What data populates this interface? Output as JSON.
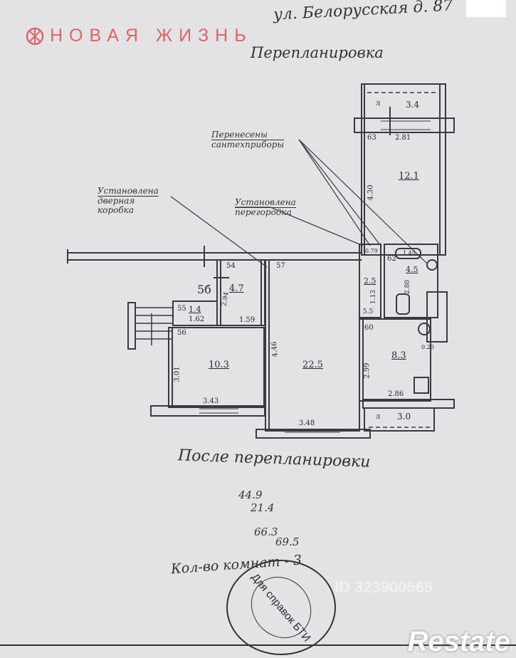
{
  "header": {
    "logo_text": "НОВАЯ ЖИЗНЬ",
    "logo_color": "#d9676a",
    "address": "ул. Белорусская д. 87",
    "title": "Перепланировка"
  },
  "annotations": [
    {
      "line1": "Перенесены",
      "line2": "сантехприборы"
    },
    {
      "line1": "Установлена",
      "line2": "дверная",
      "line3": "коробка"
    },
    {
      "line1": "Установлена",
      "line2": "перегородка"
    }
  ],
  "rooms": [
    "12.1",
    "3.4",
    "4.7",
    "1.4",
    "10.3",
    "22.5",
    "2.5",
    "4.5",
    "8.3",
    "3.0"
  ],
  "room_codes": [
    "5б",
    "л",
    "л"
  ],
  "dimensions": [
    "63",
    "2.81",
    "4.30",
    "54",
    "57",
    "2.94",
    "55",
    "1.62",
    "1.59",
    "56",
    "3.01",
    "3.43",
    "4.46",
    "3.48",
    "0.79",
    "62",
    "1.45",
    "2.80",
    "1.13",
    "5.5",
    "60",
    "2.99",
    "2.86",
    "0.20"
  ],
  "footer": {
    "after_label": "После перепланировки",
    "totals": [
      "44.9",
      "21.4",
      "66.3",
      "69.5"
    ],
    "count_label": "Кол-во комнат - 3",
    "stamp_text": "Для справок БТИ",
    "watermark": "ID 323900565",
    "brand": "Restate"
  }
}
